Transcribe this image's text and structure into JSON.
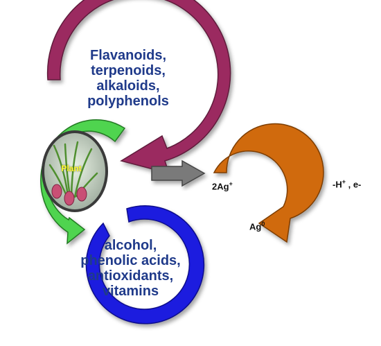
{
  "top_list": [
    "Flavanoids,",
    "terpenoids,",
    "alkaloids,",
    "polyphenols"
  ],
  "bottom_list": [
    "alcohol,",
    "phenolic acids,",
    "antioxidants,",
    "vitamins"
  ],
  "plant_label": "Plant",
  "reaction": {
    "ion_prefix": "2Ag",
    "ion_sup": "+",
    "product_prefix": "Ag",
    "product_sup": "0",
    "loss_h": "-H",
    "loss_h_sup": "+",
    "loss_e": " , e-"
  },
  "colors": {
    "top_arrow": "#9b2c61",
    "green_arrow": "#4fd44f",
    "blue_ring": "#1a1adf",
    "orange_arrow": "#d06a0e",
    "grey_arrow": "#7a7a7a",
    "text": "#1f3a8a"
  }
}
